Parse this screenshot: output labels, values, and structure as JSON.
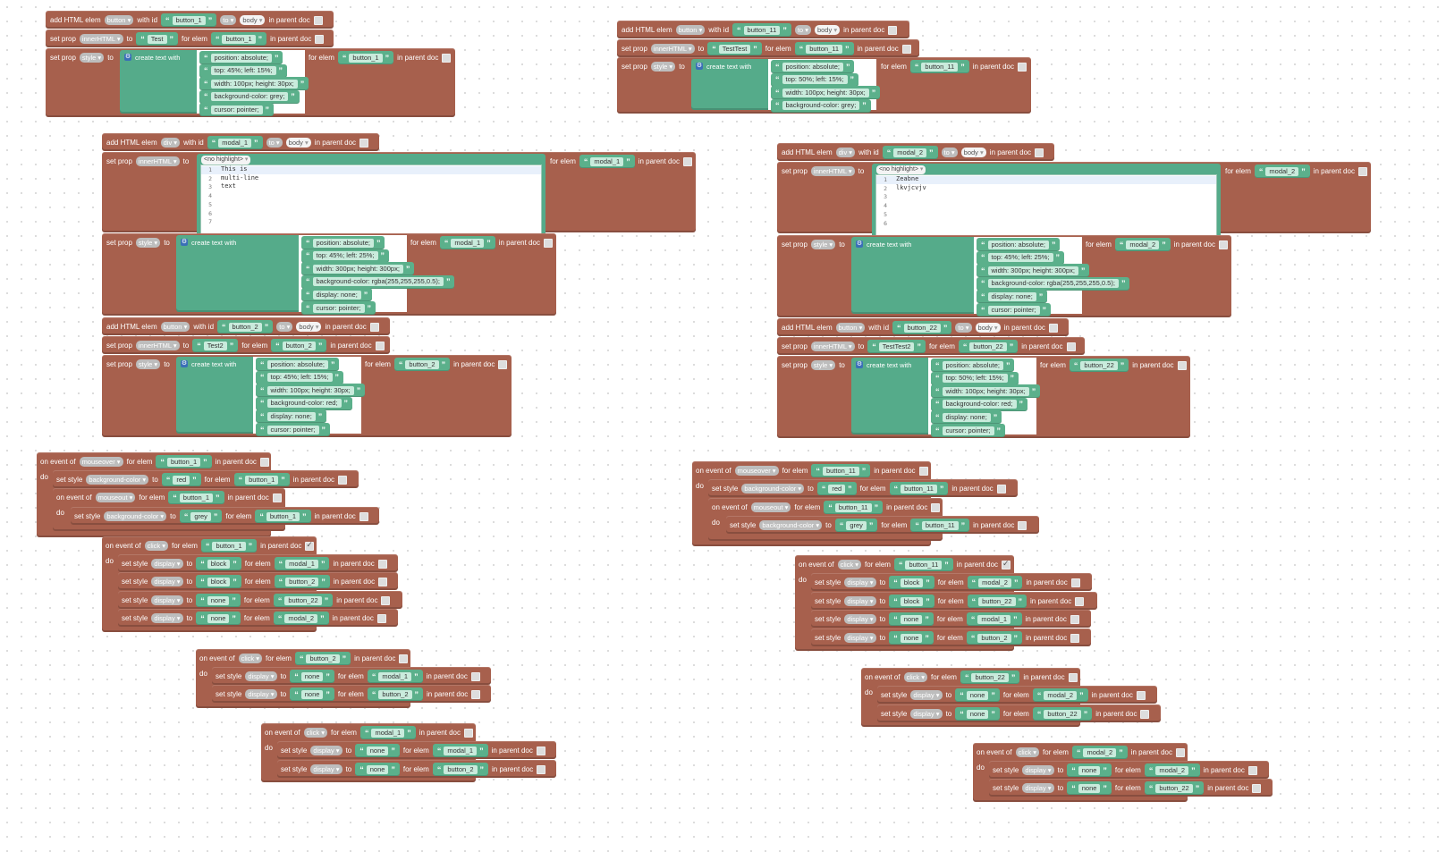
{
  "labels": {
    "add_elem": "add HTML elem",
    "with_id": "with id",
    "to": "to",
    "in_parent_doc": "in parent doc",
    "set_prop": "set prop",
    "for_elem": "for elem",
    "create_text": "create text with",
    "on_event_of": "on event of",
    "do": "do",
    "set_style": "set style",
    "no_highlight": "<no highlight>"
  },
  "values": {
    "button": "button",
    "div": "div",
    "body": "body",
    "innerHTML": "innerHTML",
    "style": "style",
    "to_dd": "to",
    "mouseover": "mouseover",
    "mouseout": "mouseout",
    "click": "click",
    "background_color": "background-color",
    "display": "display",
    "red": "red",
    "grey": "grey",
    "block": "block",
    "none": "none",
    "button_1": "button_1",
    "button_2": "button_2",
    "button_11": "button_11",
    "button_22": "button_22",
    "modal_1": "modal_1",
    "modal_2": "modal_2",
    "Test": "Test",
    "Test2": "Test2",
    "TestTest": "TestTest",
    "TestTest2": "TestTest2"
  },
  "css": {
    "pos": "position: absolute;",
    "top45l15": "top: 45%; left: 15%;",
    "top50l15": "top: 50%; left: 15%;",
    "top45l25": "top: 45%; left: 25%;",
    "wh100": "width: 100px; height: 30px;",
    "wh300": "width: 300px; height: 300px;",
    "bggrey": "background-color: grey;",
    "bgred": "background-color: red;",
    "bgrgba": "background-color: rgba(255,255,255,0.5);",
    "dnone": "display: none;",
    "cursor": "cursor: pointer;"
  },
  "editor1": {
    "lines": [
      "This is",
      "multi-line",
      "text",
      "",
      "",
      "",
      ""
    ]
  },
  "editor2": {
    "lines": [
      "Zeabne",
      "lkvjcvjv",
      "",
      "",
      "",
      ""
    ]
  },
  "colors": {
    "block": "#a7604d",
    "text_block": "#5bb08b",
    "procedure": "#3a6fb7"
  }
}
